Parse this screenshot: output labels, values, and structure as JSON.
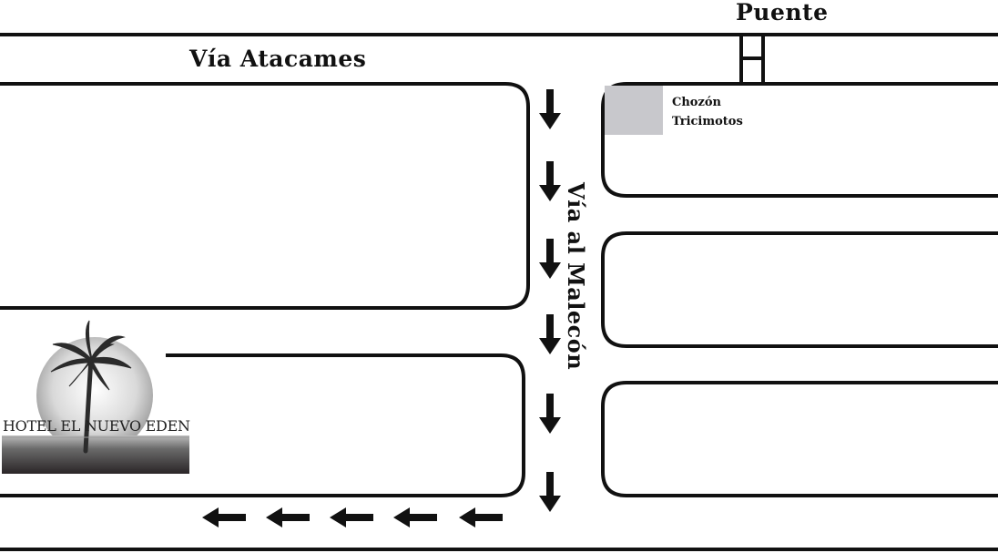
{
  "map": {
    "bridge_label": "Puente",
    "road_top_label": "Vía Atacames",
    "road_vertical_label": "Vía al Malecón",
    "poi": {
      "line1": "Chozón",
      "line2": "Tricimotos",
      "marker_color": "#c8c8cc"
    },
    "hotel": {
      "name": "HOTEL EL NUEVO EDEN",
      "logo_icon": "palm-tree-icon"
    },
    "arrows": {
      "down_count": 6,
      "left_count": 5,
      "icon_down": "arrow-down-icon",
      "icon_left": "arrow-left-icon"
    },
    "colors": {
      "road_line": "#111111",
      "background": "#ffffff"
    }
  }
}
